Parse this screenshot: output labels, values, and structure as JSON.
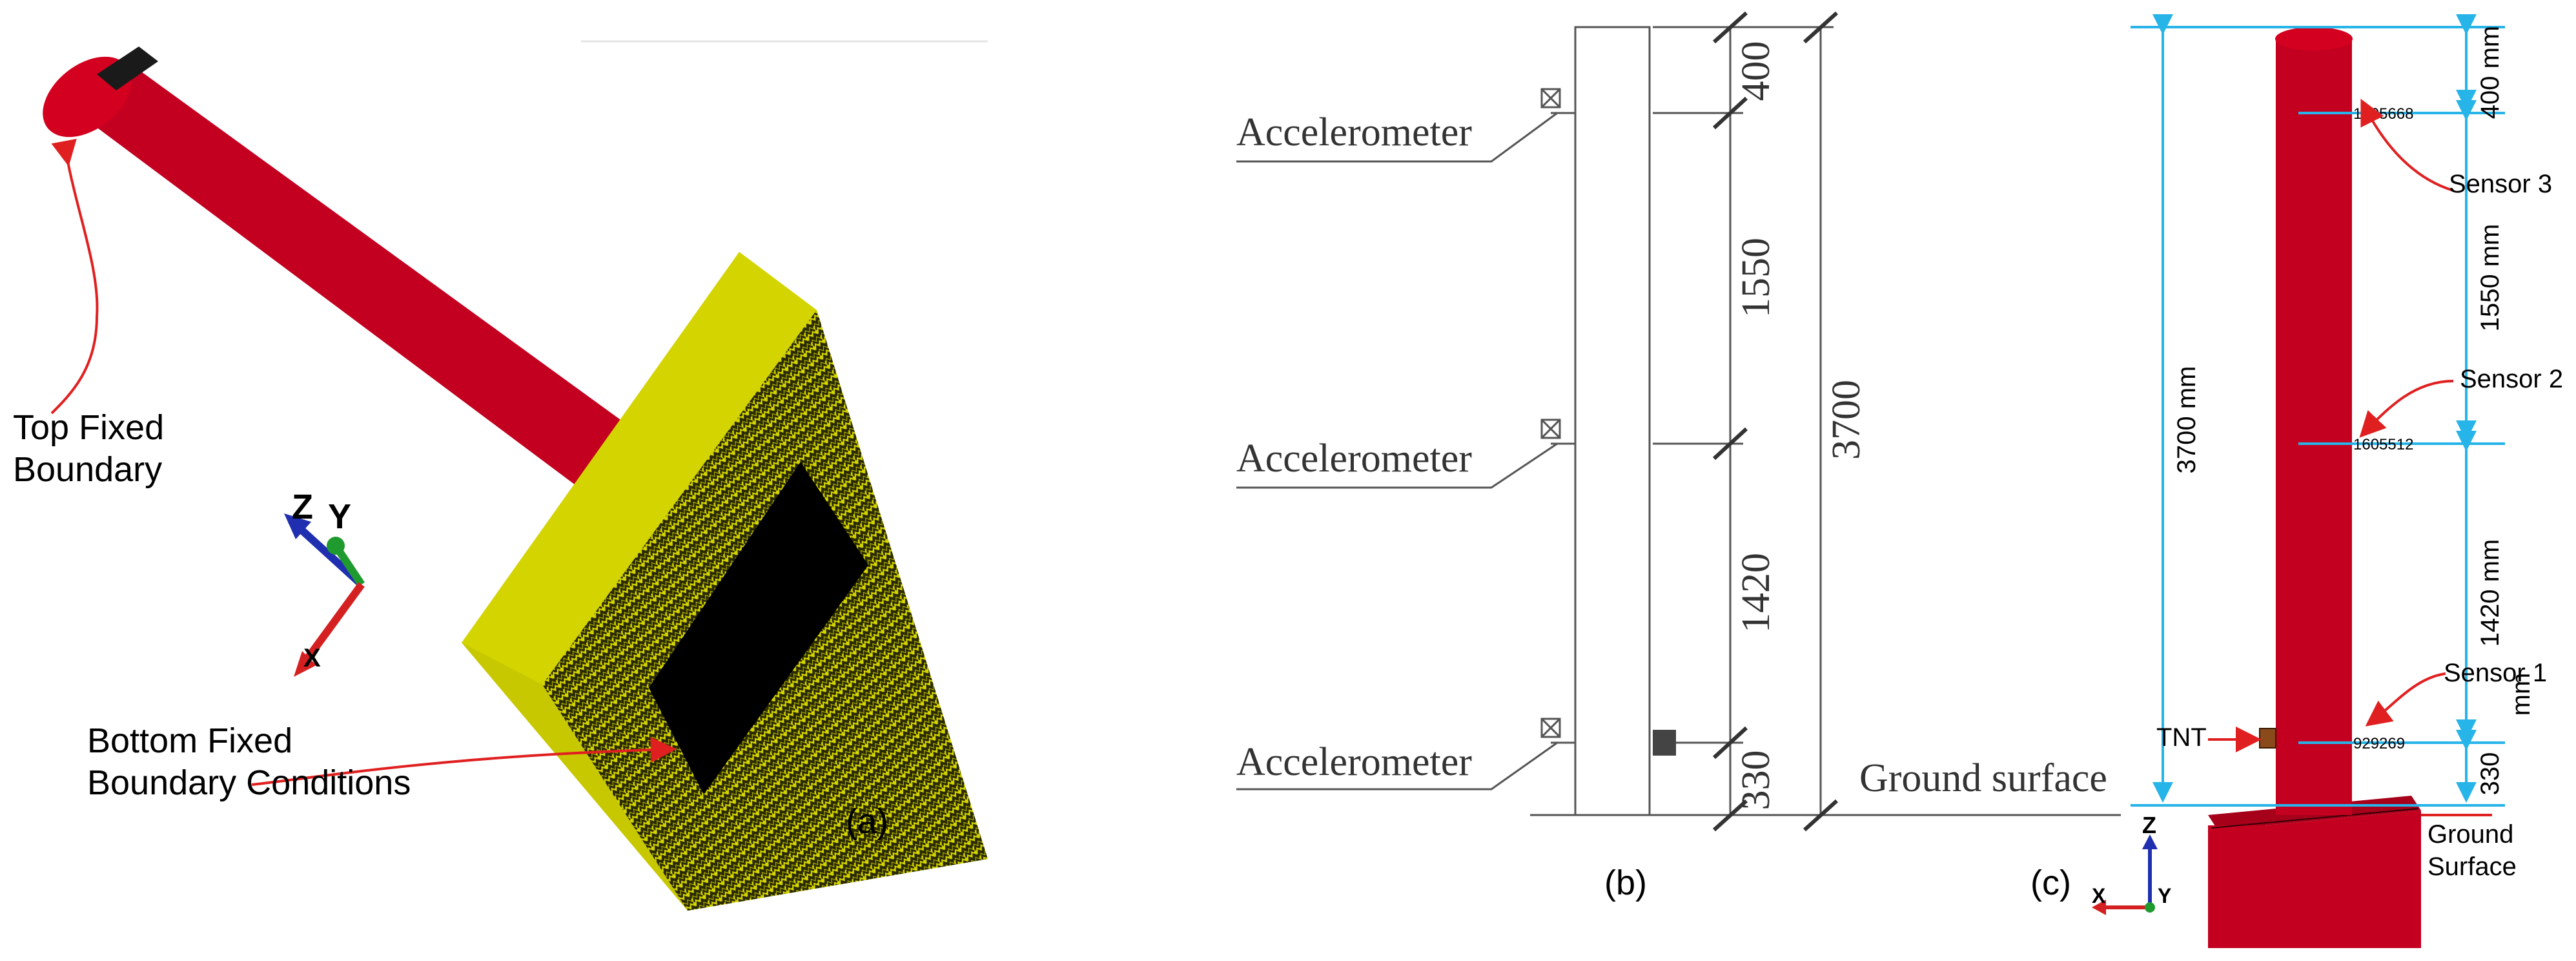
{
  "panel_a": {
    "top_label_1": "Top Fixed",
    "top_label_2": "Boundary",
    "bottom_label_1": "Bottom Fixed",
    "bottom_label_2": "Boundary Conditions",
    "panel_label": "(a)",
    "axis_z": "Z",
    "axis_y": "Y",
    "axis_x": "X",
    "colors": {
      "column": "#c40020",
      "base": "#d4d400",
      "mesh": "#2a2a00",
      "opening": "#000000"
    }
  },
  "panel_b": {
    "accelerometer_1": "Accelerometer",
    "accelerometer_2": "Accelerometer",
    "accelerometer_3": "Accelerometer",
    "dim_1": "400",
    "dim_2": "1550",
    "dim_3": "1420",
    "dim_4": "330",
    "dim_total": "3700",
    "ground": "Ground surface",
    "panel_label": "(b)"
  },
  "panel_c": {
    "dim_total": "3700 mm",
    "dim_1": "400 mm",
    "dim_2": "1550 mm",
    "dim_3": "1420 mm",
    "dim_4": "330",
    "dim_4_unit": "mm",
    "node_1": "1605668",
    "node_2": "1605512",
    "node_3": "929269",
    "sensor_3": "Sensor 3",
    "sensor_2": "Sensor 2",
    "sensor_1": "Sensor 1",
    "tnt": "TNT",
    "ground_1": "Ground",
    "ground_2": "Surface",
    "panel_label": "(c)",
    "axis_z": "Z",
    "axis_x": "X",
    "axis_y": "Y",
    "colors": {
      "column": "#c40020",
      "tnt": "#8b4a1c",
      "dim": "#27b4e8",
      "arrow": "#e02020"
    }
  }
}
